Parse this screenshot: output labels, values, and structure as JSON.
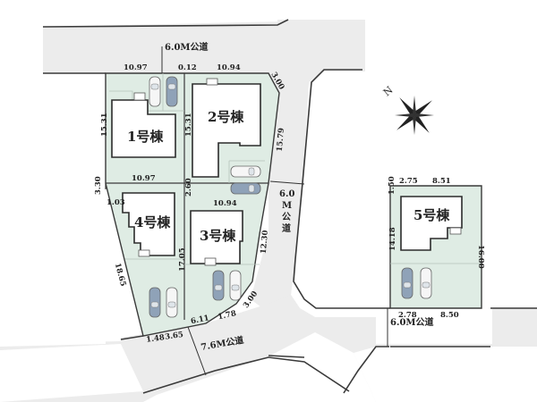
{
  "roads": [
    {
      "id": "north-road",
      "label": "6.0M公道"
    },
    {
      "id": "east-road-vertical",
      "label_lines": [
        "6.0",
        "M",
        "公",
        "道"
      ]
    },
    {
      "id": "south-road",
      "label": "7.6M公道"
    },
    {
      "id": "lot5-road",
      "label": "6.0M公道"
    }
  ],
  "compass": {
    "label": "N",
    "icon": "compass-rose-icon"
  },
  "houses": [
    {
      "id": 1,
      "label": "1号棟"
    },
    {
      "id": 2,
      "label": "2号棟"
    },
    {
      "id": 3,
      "label": "3号棟"
    },
    {
      "id": 4,
      "label": "4号棟"
    },
    {
      "id": 5,
      "label": "5号棟"
    }
  ],
  "dimensions": {
    "top_left": "10.97",
    "top_gap": "0.12",
    "top_right": "10.94",
    "corner_ne": "3.00",
    "lot1_left": "15.31",
    "lot1_right": "15.31",
    "lot2_right": "15.79",
    "lot1_bottom": "10.97",
    "lot3_top": "10.94",
    "lot4_left_top": "3.30",
    "lot4_step": "1.03",
    "lot3_left_top": "2.60",
    "lot4_left": "18.65",
    "lot4_right": "17.05",
    "lot3_right": "12.30",
    "corner_se": "3.00",
    "bottom_611": "6.11",
    "bottom_178": "1.78",
    "bottom_148": "1.48",
    "bottom_365": "3.65",
    "lot5_top_left": "2.75",
    "lot5_top_right": "8.51",
    "lot5_left_top": "1.50",
    "lot5_left": "14.18",
    "lot5_right": "16.00",
    "lot5_bottom_left": "2.78",
    "lot5_bottom_right": "8.50"
  },
  "colors": {
    "lot_fill": "#dfece4",
    "road_fill": "#ececec",
    "line": "#3a3a3a",
    "car_blue": "#8fa2b8",
    "car_white": "#f6f6f6"
  }
}
